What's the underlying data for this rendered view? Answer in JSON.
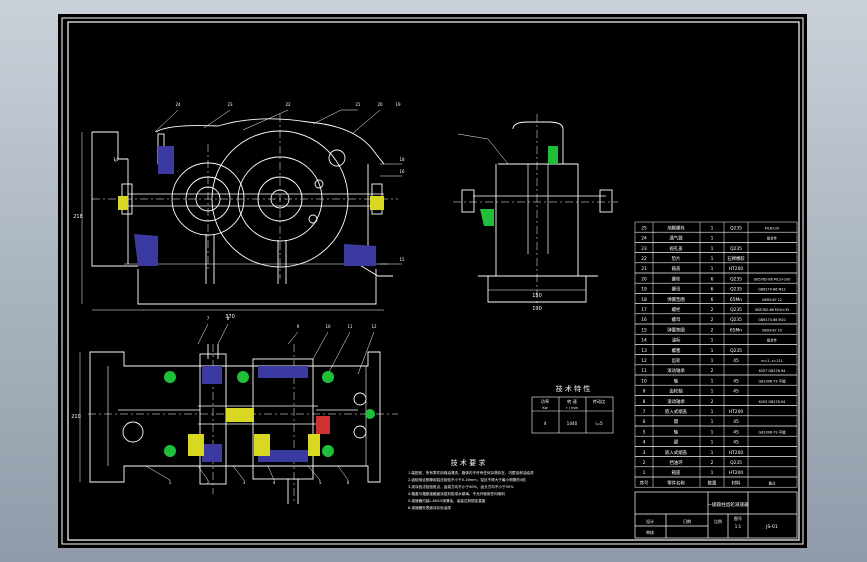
{
  "colors": {
    "background": "#000000",
    "viewport": "#a9b3bf",
    "line": "#ffffff",
    "hatch": "#3a3aa0",
    "hatch_green": "#1fbf3a",
    "hatch_red": "#d03030",
    "hatch_yellow": "#d8d820"
  },
  "tech_params": {
    "title": "技 术 特 性",
    "headers": [
      "功率",
      "转 速",
      "传动比"
    ],
    "units": [
      "Kw",
      "r / min",
      ""
    ],
    "values": [
      "4",
      "1440",
      "i=5"
    ]
  },
  "tech_requirements": {
    "title": "技 术 要 求",
    "lines": [
      "1.装配前，所有零件用煤油清洗，箱体内不许有任何杂物存在，内壁涂耐油油漆",
      "2.齿轮啮合侧隙用铅丝检验不小于0.16mm，铅丝不得大于最小侧隙的4倍",
      "3.用涂色法检验斑点，齿高方向不小于40%，齿长方向不小于50%",
      "4.箱盖与箱座接触面涂密封胶或水玻璃，不允许使用任何填料",
      "5.减速器内装L-AN15润滑油，油量达到规定高度",
      "6.减速器外表面涂灰色油漆"
    ]
  },
  "parts_table": {
    "rows": [
      [
        "25",
        "地脚螺栓",
        "1",
        "Q235",
        "M16×20"
      ],
      [
        "24",
        "通气器",
        "1",
        "",
        "组合件"
      ],
      [
        "23",
        "视孔盖",
        "1",
        "Q235",
        ""
      ],
      [
        "22",
        "垫片",
        "1",
        "石棉橡胶",
        ""
      ],
      [
        "21",
        "箱盖",
        "1",
        "HT200",
        ""
      ],
      [
        "20",
        "螺栓",
        "6",
        "Q235",
        "GB5782-86 M12×100"
      ],
      [
        "19",
        "螺母",
        "6",
        "Q235",
        "GB6170-86 M12"
      ],
      [
        "18",
        "弹簧垫圈",
        "6",
        "65Mn",
        "GB93-87 12"
      ],
      [
        "17",
        "螺栓",
        "2",
        "Q235",
        "GB5782-86 M10×35"
      ],
      [
        "16",
        "螺母",
        "2",
        "Q235",
        "GB6170-86 M10"
      ],
      [
        "15",
        "弹簧垫圈",
        "2",
        "65Mn",
        "GB93-87 10"
      ],
      [
        "14",
        "油标",
        "1",
        "",
        "组合件"
      ],
      [
        "13",
        "螺塞",
        "1",
        "Q235",
        ""
      ],
      [
        "12",
        "齿轮",
        "1",
        "45",
        "m=2, z=111"
      ],
      [
        "11",
        "滚动轴承",
        "2",
        "",
        "6207 GB276-94"
      ],
      [
        "10",
        "轴",
        "1",
        "45",
        "GB1096-79 平键"
      ],
      [
        "9",
        "齿轮轴",
        "1",
        "45",
        ""
      ],
      [
        "8",
        "滚动轴承",
        "2",
        "",
        "6205 GB276-94"
      ],
      [
        "7",
        "嵌入式端盖",
        "1",
        "HT200",
        ""
      ],
      [
        "6",
        "键",
        "1",
        "45",
        ""
      ],
      [
        "5",
        "轴",
        "1",
        "45",
        "GB1096-79 平键"
      ],
      [
        "4",
        "键",
        "1",
        "45",
        ""
      ],
      [
        "3",
        "嵌入式端盖",
        "1",
        "HT200",
        ""
      ],
      [
        "2",
        "挡油环",
        "2",
        "Q235",
        ""
      ],
      [
        "1",
        "箱座",
        "1",
        "HT200",
        ""
      ]
    ],
    "header": [
      "序号",
      "零件名称",
      "数量",
      "材料",
      "备注"
    ]
  },
  "title_block": {
    "title": "一级圆柱齿轮减速器",
    "labels": [
      "设计",
      "审核",
      "比例",
      "图号",
      "日期"
    ],
    "drawing_no": "JS-01",
    "scale": "1:1"
  },
  "dimensions": {
    "front_width": "370",
    "front_height": "218",
    "side_width": "190",
    "side_base": "150",
    "top_height": "210"
  },
  "balloons": {
    "front": [
      "24",
      "23",
      "22",
      "21",
      "20",
      "19",
      "18",
      "16",
      "15",
      "14"
    ],
    "top": [
      "1",
      "2",
      "3",
      "4",
      "5",
      "6",
      "7",
      "8",
      "9",
      "10",
      "11",
      "12"
    ]
  }
}
